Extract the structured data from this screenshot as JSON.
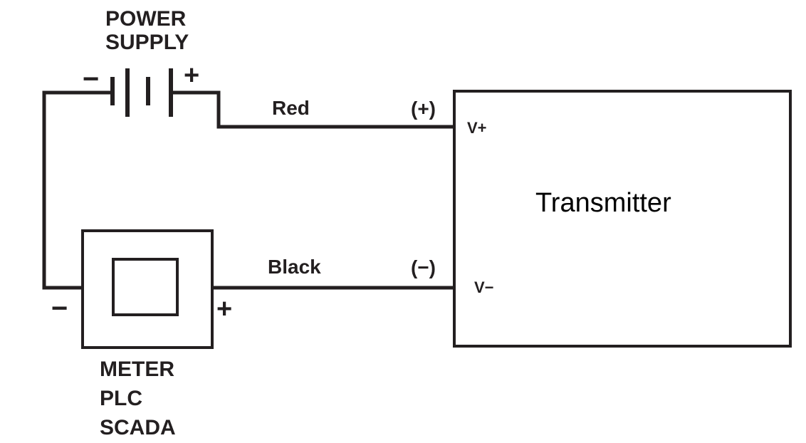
{
  "diagram": {
    "power_supply": {
      "label_line1": "POWER",
      "label_line2": "SUPPLY",
      "neg": "−",
      "pos": "+"
    },
    "wires": {
      "red": "Red",
      "black": "Black"
    },
    "transmitter": {
      "title": "Transmitter",
      "v_plus": "V+",
      "v_minus": "V−",
      "term_plus": "(+)",
      "term_minus": "(−)"
    },
    "meter": {
      "line1": "METER",
      "line2": "PLC",
      "line3": "SCADA",
      "neg": "−",
      "pos": "+"
    }
  }
}
